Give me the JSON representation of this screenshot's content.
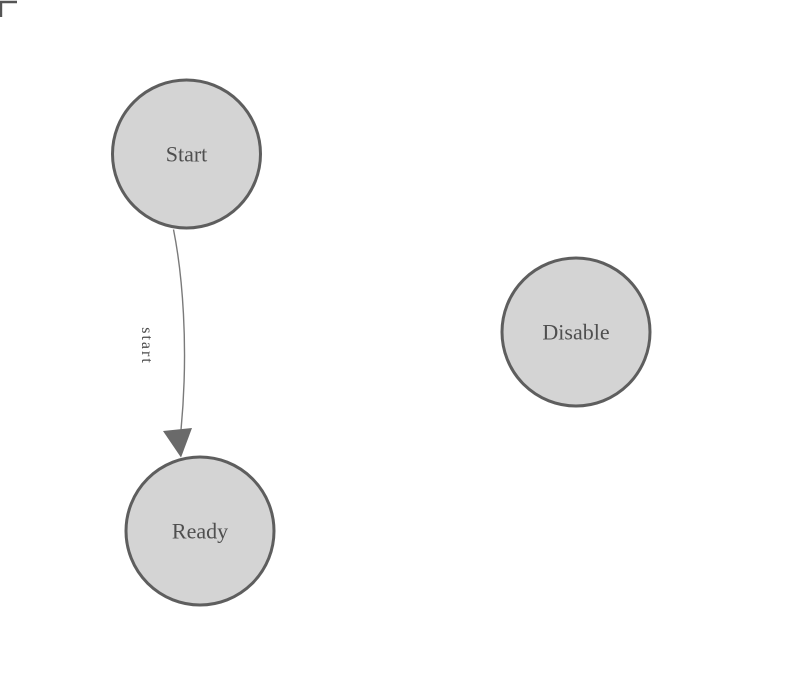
{
  "app": {
    "name": "state-machine-diagram-canvas"
  },
  "theme": {
    "canvas_bg": "#ffffff",
    "node_fill": "#d4d4d4",
    "node_stroke": "#5e5e5e",
    "node_text": "#4f4f4f",
    "edge_line": "#7a7a7a",
    "edge_arrow": "#6a6a6a",
    "edge_text": "#4a4a4a",
    "corner_mark": "#555555"
  },
  "diagram": {
    "type": "state-diagram",
    "nodes": [
      {
        "id": "start",
        "label": "Start"
      },
      {
        "id": "ready",
        "label": "Ready"
      },
      {
        "id": "disable",
        "label": "Disable"
      }
    ],
    "edges": [
      {
        "id": "start-to-ready",
        "from": "Start",
        "to": "Ready",
        "label": "start"
      }
    ]
  }
}
